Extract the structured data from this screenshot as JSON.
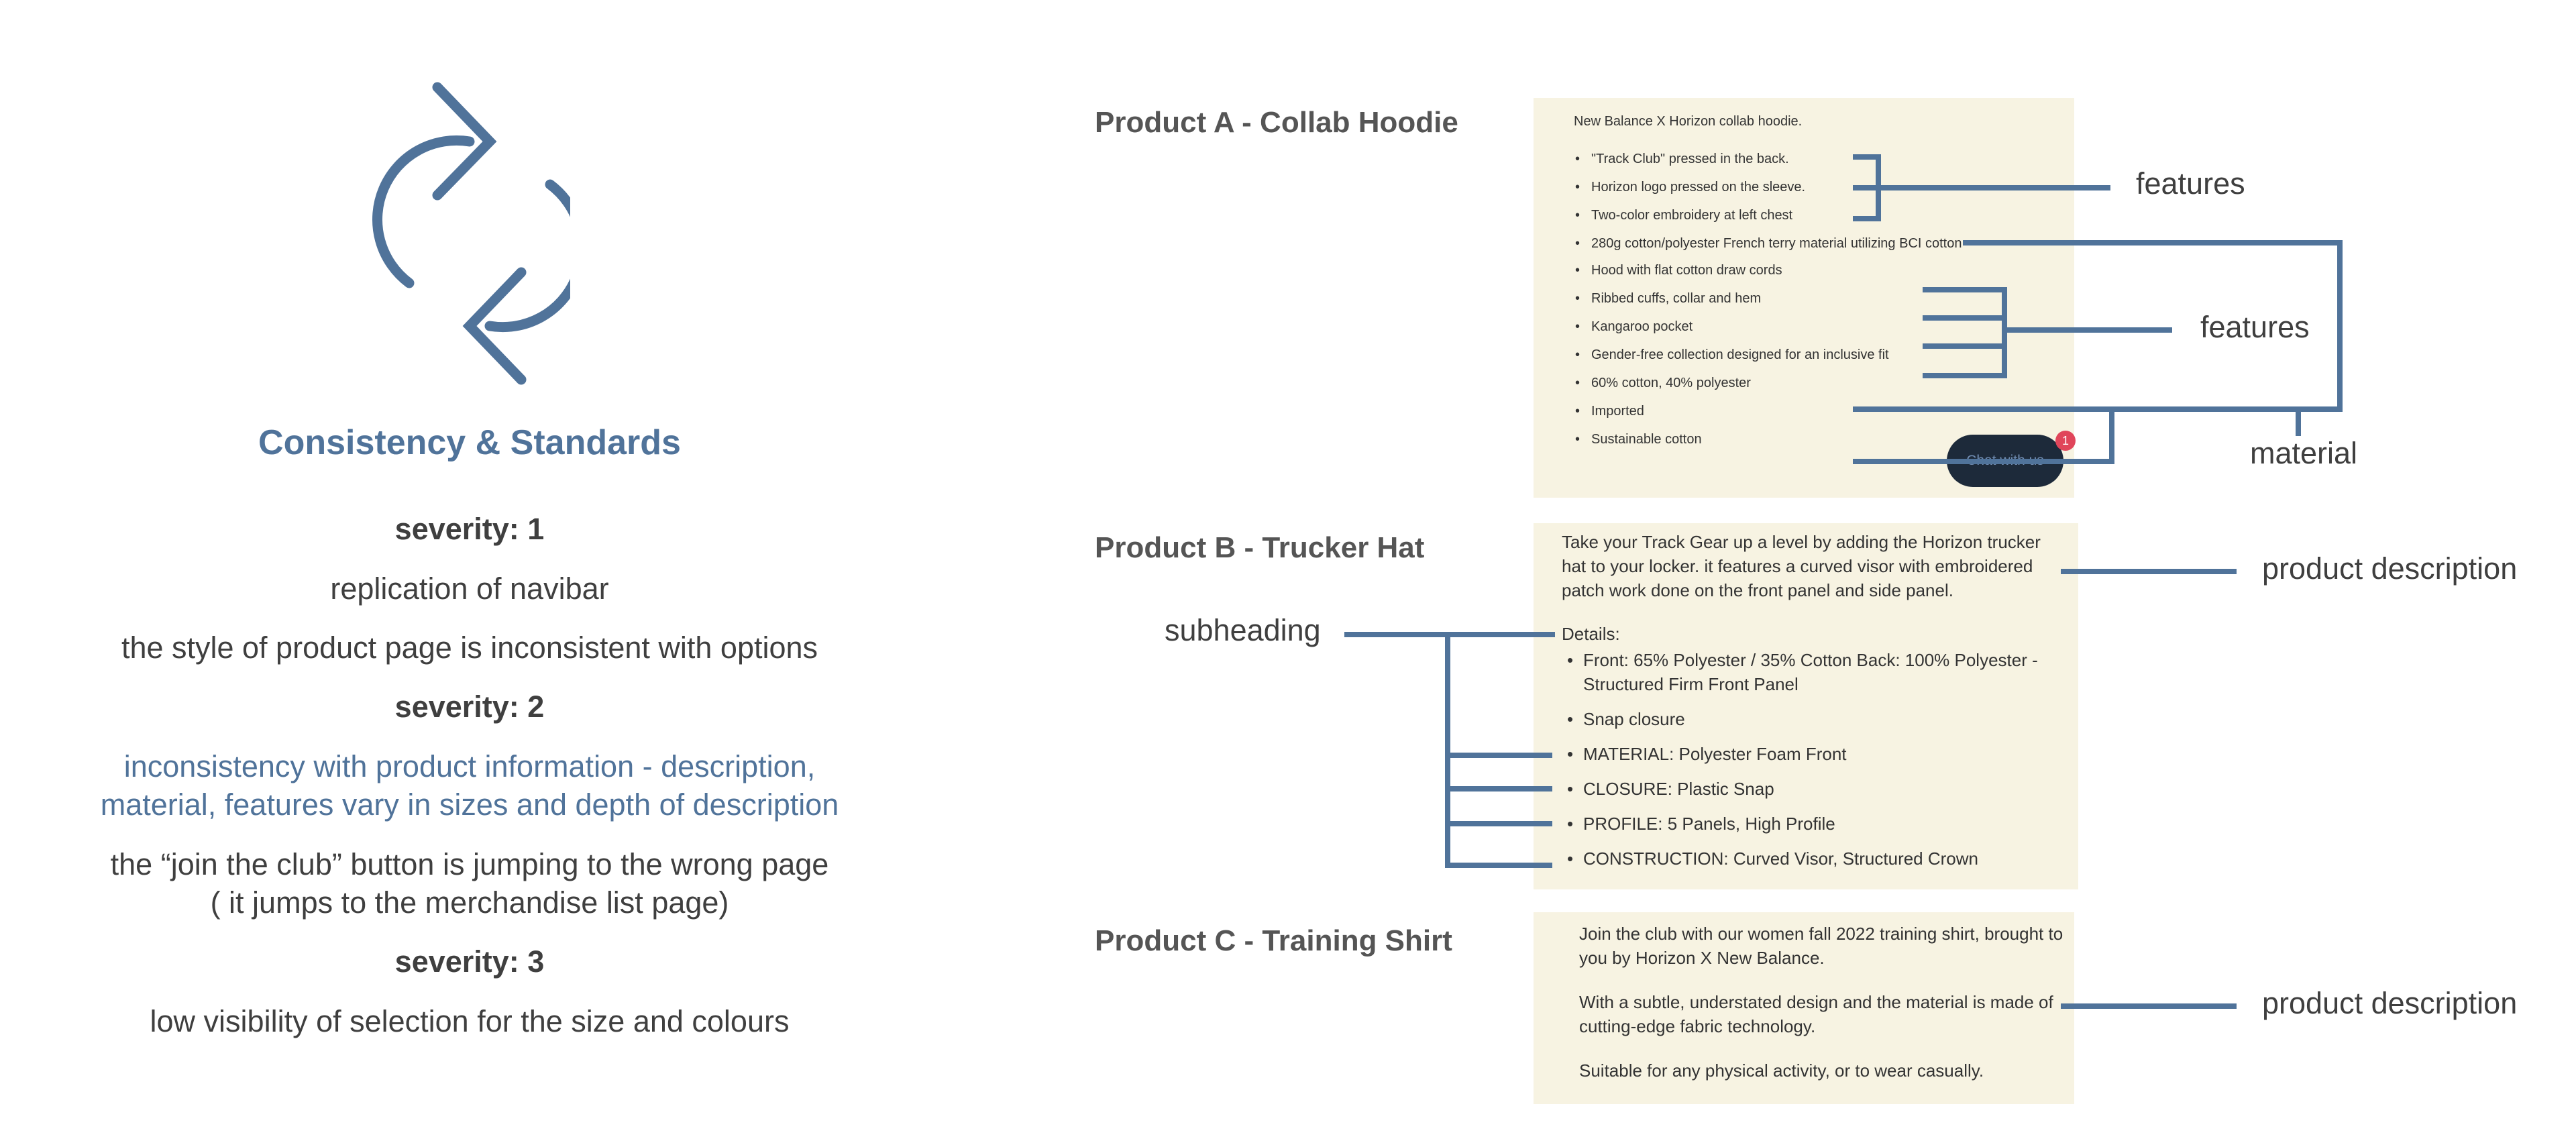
{
  "colors": {
    "accent": "#50739a",
    "panel_bg": "#f7f3e2",
    "connector": "#50739a",
    "badge": "#e0455a"
  },
  "left": {
    "icon": "sync-arrows-icon",
    "title": "Consistency & Standards",
    "severity1": "severity: 1",
    "item1a": "replication of navibar",
    "item1b": "the style of product page is inconsistent with options",
    "severity2": "severity: 2",
    "item2a_line1": "inconsistency with product information - description,",
    "item2a_line2": "material, features vary in sizes and depth of description",
    "item2b_line1": "the “join the club” button is jumping to the wrong page",
    "item2b_line2": "( it jumps to the merchandise list page)",
    "severity3": "severity: 3",
    "item3a": "low visibility of selection for the size and colours"
  },
  "product_a": {
    "title": "Product A - Collab Hoodie",
    "intro": "New Balance X Horizon collab  hoodie.",
    "bullets": [
      "\"Track Club\" pressed in the back.",
      "Horizon logo pressed on the sleeve.",
      "Two-color embroidery at left chest",
      "280g cotton/polyester French terry material utilizing BCI cotton",
      "Hood with flat cotton draw cords",
      "Ribbed cuffs, collar and hem",
      "Kangaroo pocket",
      "Gender-free collection designed for an inclusive fit",
      "60% cotton, 40% polyester",
      "Imported",
      "Sustainable cotton"
    ],
    "chat_button": "Chat with us",
    "chat_badge": "1"
  },
  "product_b": {
    "title": "Product B - Trucker Hat",
    "description": "Take your Track Gear up a level by adding the Horizon trucker hat to your locker. it features a curved visor with embroidered patch work done on the front panel and side panel.",
    "details_label": "Details:",
    "bullets": [
      "Front: 65% Polyester / 35% Cotton Back: 100% Polyester - Structured Firm Front Panel",
      "Snap closure",
      "MATERIAL: Polyester Foam Front",
      "CLOSURE: Plastic Snap",
      "PROFILE: 5 Panels, High Profile",
      "CONSTRUCTION: Curved Visor, Structured Crown"
    ]
  },
  "product_c": {
    "title": "Product C - Training Shirt",
    "para1": "Join the club with our women fall 2022 training shirt, brought to you by Horizon X New Balance.",
    "para2": "With a subtle, understated design and the material is made of cutting-edge fabric technology.",
    "para3": "Suitable for any physical activity, or to wear casually."
  },
  "annotations": {
    "features_1": "features",
    "features_2": "features",
    "material": "material",
    "product_description_b": "product description",
    "subheading": "subheading",
    "product_description_c": "product description"
  }
}
